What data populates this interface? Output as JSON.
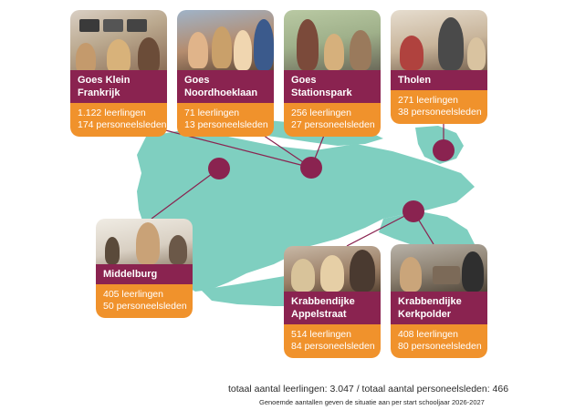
{
  "colors": {
    "map": "#7fcfc0",
    "connector": "#8a2350",
    "name_band": "#8a2350",
    "stats_band": "#f0922c"
  },
  "locations": [
    {
      "name": "Goes Klein Frankrijk",
      "students": "1.122 leerlingen",
      "staff": "174 personeelsleden",
      "photo": "classroom-photo"
    },
    {
      "name": "Goes Noordhoeklaan",
      "students": "71 leerlingen",
      "staff": "13 personeelsleden",
      "photo": "classroom-photo"
    },
    {
      "name": "Goes Stationspark",
      "students": "256 leerlingen",
      "staff": "27 personeelsleden",
      "photo": "classroom-photo"
    },
    {
      "name": "Tholen",
      "students": "271 leerlingen",
      "staff": "38 personeelsleden",
      "photo": "classroom-photo"
    },
    {
      "name": "Middelburg",
      "students": "405 leerlingen",
      "staff": "50 personeelsleden",
      "photo": "classroom-photo"
    },
    {
      "name": "Krabbendijke Appelstraat",
      "students": "514 leerlingen",
      "staff": "84 personeelsleden",
      "photo": "classroom-photo"
    },
    {
      "name": "Krabbendijke Kerkpolder",
      "students": "408 leerlingen",
      "staff": "80 personeelsleden",
      "photo": "workshop-photo"
    }
  ],
  "footer": {
    "totals": "totaal aantal leerlingen: 3.047 / totaal aantal personeelsleden: 466",
    "note": "Genoemde aantallen geven de situatie aan per start schooljaar 2026-2027"
  }
}
